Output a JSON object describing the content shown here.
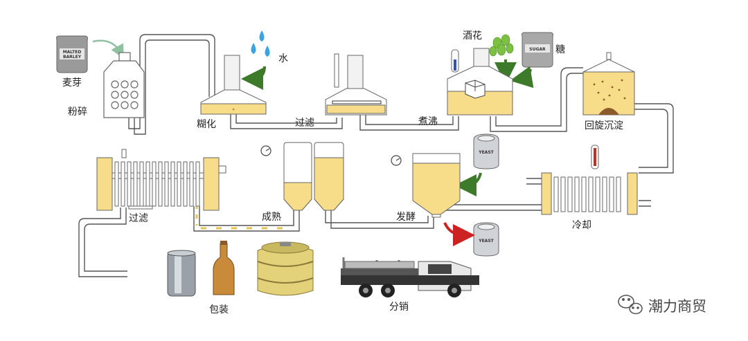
{
  "labels": {
    "malt": "麦芽",
    "mill": "粉碎",
    "water": "水",
    "mash": "糊化",
    "lauter": "过滤",
    "hops": "酒花",
    "sugar": "糖",
    "boil": "煮沸",
    "whirlpool": "回旋沉淀",
    "cool": "冷却",
    "ferment": "发酵",
    "mature": "成熟",
    "final_filter": "过滤",
    "package": "包装",
    "distribute": "分销"
  },
  "sack_text": {
    "malt_line1": "MALTED",
    "malt_line2": "BARLEY",
    "sugar": "SUGAR"
  },
  "yeast_text": "YEAST",
  "watermark": "潮力商贸",
  "colors": {
    "liquid": "#f7dc8a",
    "pipe": "#555555",
    "arrow_green": "#3d7a2a",
    "arrow_red": "#cc2222",
    "water": "#3aa3e0",
    "hops": "#7cc142"
  },
  "icons": [
    "malt-sack-icon",
    "sugar-sack-icon",
    "hops-icon",
    "water-drops-icon",
    "thermometer-icon",
    "yeast-tank-icon",
    "clock-icon",
    "can-icon",
    "bottle-icon",
    "keg-icon",
    "truck-icon",
    "wechat-icon"
  ]
}
